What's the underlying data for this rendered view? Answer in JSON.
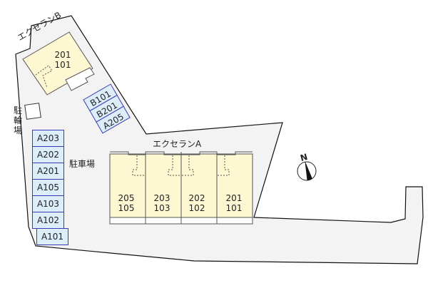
{
  "map": {
    "colors": {
      "site_fill": "#f3f3f3",
      "site_stroke": "#111111",
      "building_fill": "#fdf7d2",
      "building_stroke": "#555555",
      "parking_fill": "#dceefa",
      "parking_stroke": "#3b3bb5"
    },
    "building_b": {
      "name": "エクセランB",
      "units": [
        "201",
        "101"
      ]
    },
    "building_a": {
      "name": "エクセランA",
      "units": [
        {
          "upper": "205",
          "lower": "105"
        },
        {
          "upper": "203",
          "lower": "103"
        },
        {
          "upper": "202",
          "lower": "102"
        },
        {
          "upper": "201",
          "lower": "101"
        }
      ]
    },
    "bicycle_parking": {
      "label_chars": [
        "駐",
        "輪",
        "場"
      ]
    },
    "car_parking": {
      "label": "駐車場",
      "left_column": [
        "A203",
        "A202",
        "A201",
        "A105",
        "A103",
        "A102",
        "A101"
      ],
      "diagonal": [
        "B101",
        "B201",
        "A205"
      ]
    },
    "compass": {
      "label": "N",
      "icon": "north-arrow-icon"
    }
  }
}
